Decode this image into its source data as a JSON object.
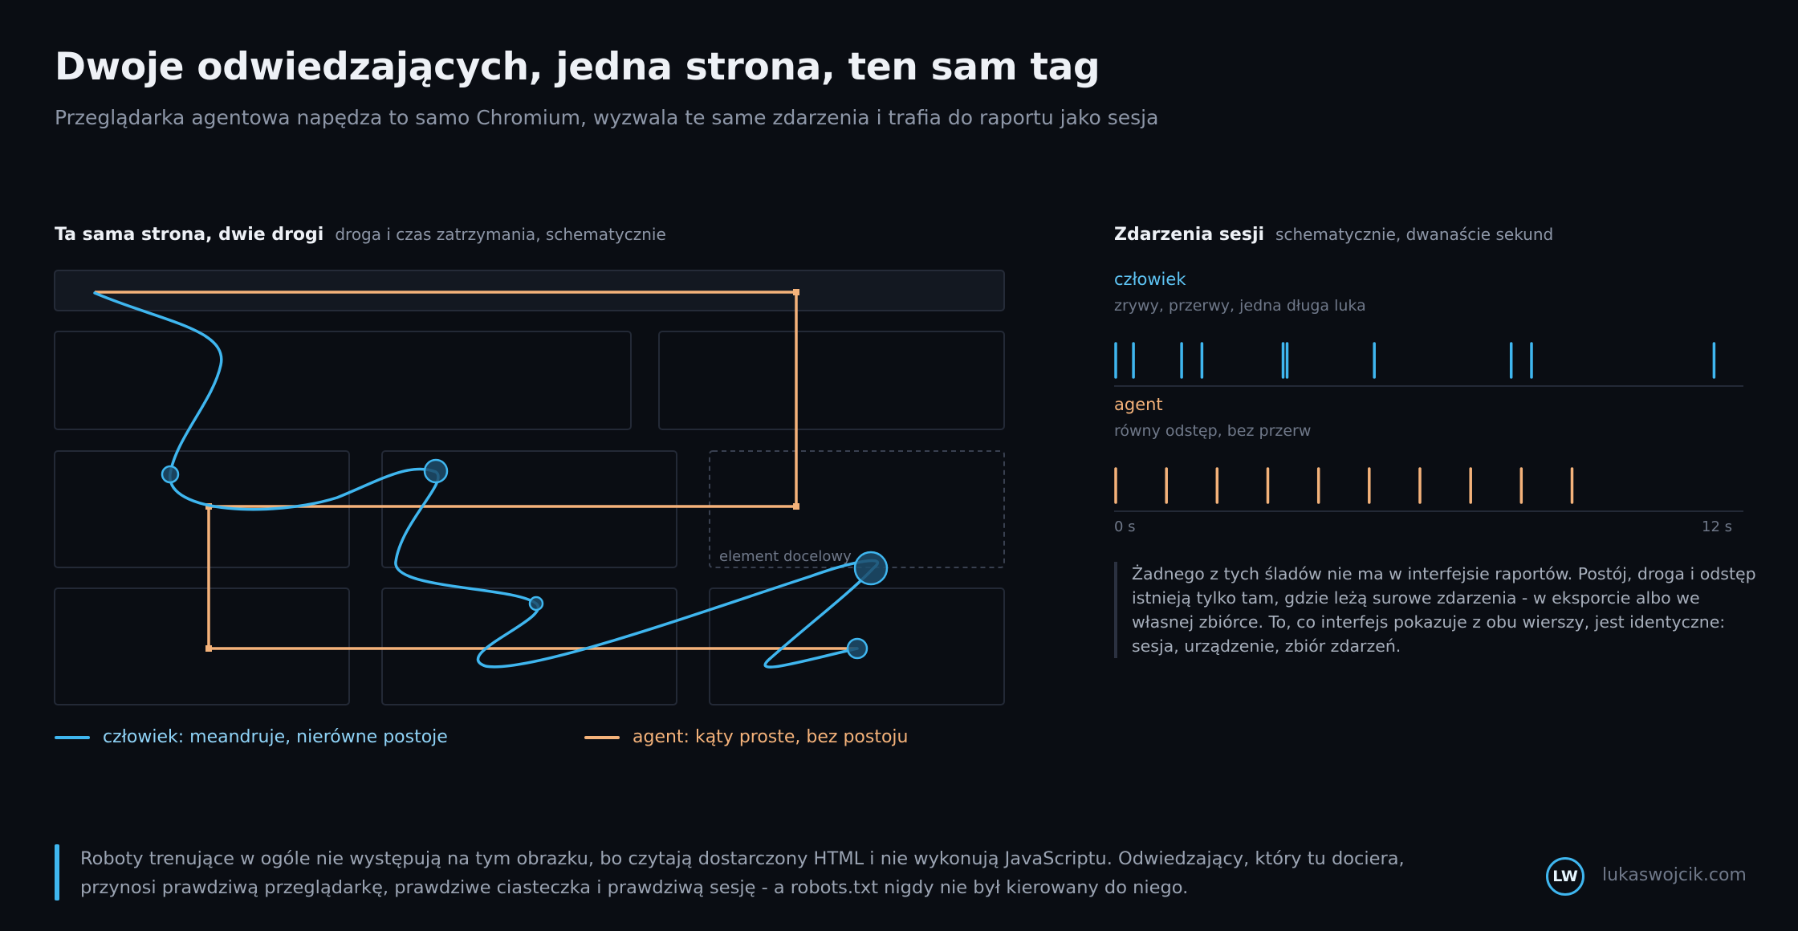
{
  "header": {
    "title": "Dwoje odwiedzających, jedna strona, ten sam tag",
    "subtitle": "Przeglądarka agentowa napędza to samo Chromium, wyzwala te same zdarzenia i trafia do raportu jako sesja"
  },
  "path_panel": {
    "title": "Ta sama strona, dwie drogi",
    "note": "droga i czas zatrzymania, schematycznie",
    "target_label": "element docelowy",
    "legend": {
      "human": "człowiek: meandruje, nierówne postoje",
      "agent": "agent: kąty proste, bez postoju"
    }
  },
  "events_panel": {
    "title": "Zdarzenia sesji",
    "note": "schematycznie, dwanaście sekund",
    "axis_start": "0 s",
    "axis_end": "12 s",
    "rows": [
      {
        "label": "człowiek",
        "sub": "zrywy, przerwy, jedna długa luka",
        "color": "#3fb6ef",
        "events_s": [
          0.0,
          0.35,
          1.3,
          1.7,
          3.3,
          3.38,
          5.1,
          7.8,
          8.2,
          11.8
        ]
      },
      {
        "label": "agent",
        "sub": "równy odstęp, bez przerw",
        "color": "#f4b27a",
        "events_s": [
          0.0,
          1.0,
          2.0,
          3.0,
          4.0,
          5.0,
          6.0,
          7.0,
          8.0,
          9.0
        ]
      }
    ],
    "quote": "Żadnego z tych śladów nie ma w interfejsie raportów. Postój, droga i odstęp istnieją tylko tam, gdzie leżą surowe zdarzenia - w eksporcie albo we własnej zbiórce. To, co interfejs pokazuje z obu wierszy, jest identyczne: sesja, urządzenie, zbiór zdarzeń."
  },
  "footer": {
    "text": "Roboty trenujące w ogóle nie występują na tym obrazku, bo czytają dostarczony HTML i nie wykonują JavaScriptu. Odwiedzający, który tu dociera, przynosi prawdziwą przeglądarkę, prawdziwe ciasteczka i prawdziwą sesję - a robots.txt nigdy nie był kierowany do niego.",
    "logo": "LW",
    "site": "lukaswojcik.com"
  },
  "colors": {
    "human": "#3fb6ef",
    "agent": "#f4b27a",
    "background": "#0a0d13"
  }
}
